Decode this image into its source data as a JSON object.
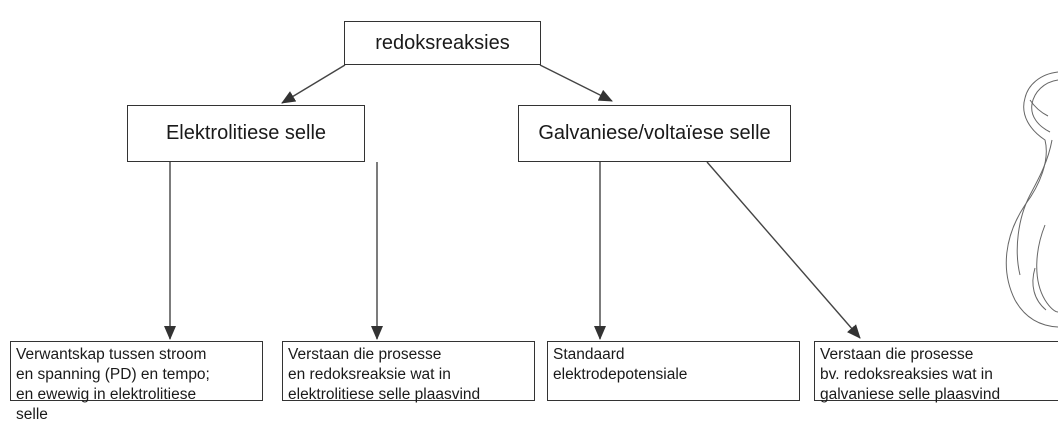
{
  "diagram": {
    "root": {
      "label": "redoksreaksies"
    },
    "branches": [
      {
        "label": "Elektrolitiese selle"
      },
      {
        "label": "Galvaniese/voltaïese selle"
      }
    ],
    "leaves": [
      {
        "text": "Verwantskap tussen stroom\nen spanning (PD) en tempo;\nen ewewig in elektrolitiese\nselle"
      },
      {
        "text": "Verstaan die prosesse\nen redoksreaksie wat in\nelektrolitiese selle plaasvind"
      },
      {
        "text": "Standaard\nelektrodepotensiale"
      },
      {
        "text": "Verstaan die prosesse\nbv. redoksreaksies wat in\ngalvaniese selle plaasvind"
      }
    ]
  }
}
